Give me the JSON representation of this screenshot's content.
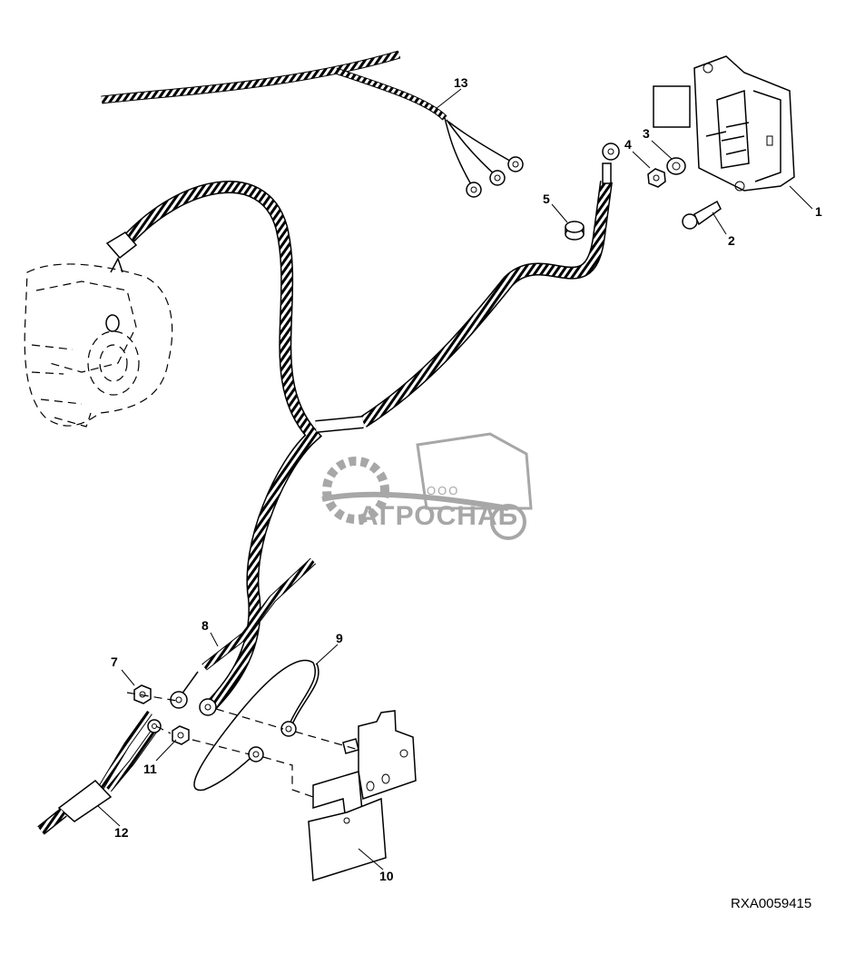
{
  "figure_id": "RXA0059415",
  "watermark": {
    "line1": "ООО",
    "line2": "АГРОСНАБ"
  },
  "callouts": [
    {
      "id": "1",
      "label": "1"
    },
    {
      "id": "2",
      "label": "2"
    },
    {
      "id": "3",
      "label": "3"
    },
    {
      "id": "4",
      "label": "4"
    },
    {
      "id": "5",
      "label": "5"
    },
    {
      "id": "7",
      "label": "7"
    },
    {
      "id": "8",
      "label": "8"
    },
    {
      "id": "9",
      "label": "9"
    },
    {
      "id": "10",
      "label": "10"
    },
    {
      "id": "11",
      "label": "11"
    },
    {
      "id": "12",
      "label": "12"
    },
    {
      "id": "13",
      "label": "13"
    }
  ]
}
